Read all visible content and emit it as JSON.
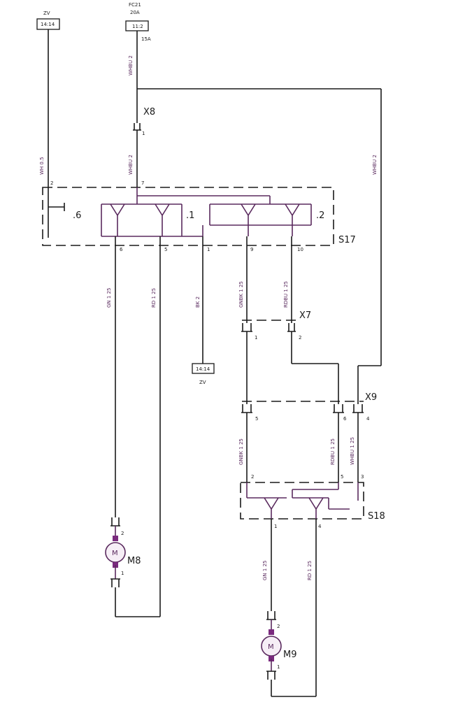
{
  "connectors": {
    "top_left": {
      "label_top": "ZV",
      "box": "14:14"
    },
    "fuse": {
      "label_top1": "FC21",
      "label_top2": "20A",
      "box": "11:2",
      "label_right": "15A"
    },
    "bottom": {
      "box": "14:14",
      "label_bottom": "ZV"
    }
  },
  "components": {
    "x8": "X8",
    "x7": "X7",
    "x9": "X9",
    "s17": "S17",
    "s18": "S18",
    "m8": "M8",
    "m9": "M9",
    "motor_symbol": "M"
  },
  "switch_contacts": {
    "c6": ".6",
    "c1": ".1",
    "c2": ".2"
  },
  "wires": {
    "wh05": "WH 0.5",
    "whbu2_top": "WHBU 2",
    "whbu2_mid": "WHBU 2",
    "whbu2_right": "WHBU 2",
    "gn125_left": "GN 1 25",
    "rd125_left": "RD 1 25",
    "bk2": "BK 2",
    "gnbk125_a": "GNBK 1 25",
    "rdbu125_a": "RDBU 1 25",
    "gnbk125_b": "GNBK 1 25",
    "rdbu125_b": "RDBU 1 25",
    "whbu125": "WHBU 1 25",
    "gn125_right": "GN 1 25",
    "rd125_right": "RD 1 25"
  },
  "pins": {
    "x8_1": "1",
    "s17_2": "2",
    "s17_7": "7",
    "s17_6": "6",
    "s17_5": "5",
    "s17_1": "1",
    "s17_9": "9",
    "s17_10": "10",
    "x7_1": "1",
    "x7_2": "2",
    "x9_5": "5",
    "x9_6": "6",
    "x9_4": "4",
    "s18_2": "2",
    "s18_5": "5",
    "s18_3": "3",
    "s18_1": "1",
    "s18_4": "4",
    "m8_2": "2",
    "m8_1": "1",
    "m9_2": "2",
    "m9_1": "1"
  }
}
